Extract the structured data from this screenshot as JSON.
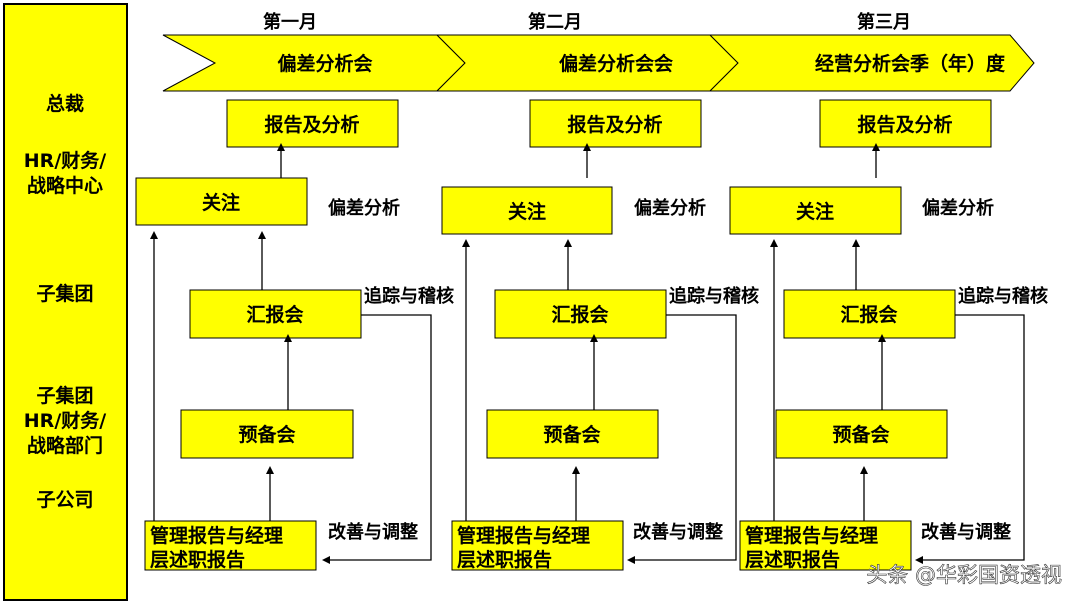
{
  "levels": [
    "总裁",
    "HR/财务/",
    "战略中心",
    "子集团",
    "子集团",
    "HR/财务/",
    "战略部门",
    "子公司"
  ],
  "columns": [
    {
      "month": "第一月",
      "meeting": "偏差分析会",
      "report": "报告及分析",
      "focus": "关注",
      "deviation_label": "偏差分析",
      "briefing": "汇报会",
      "tracking_label": "追踪与稽核",
      "prep": "预备会",
      "mgmt_line1": "管理报告与经理",
      "mgmt_line2": "层述职报告",
      "improve_label": "改善与调整"
    },
    {
      "month": "第二月",
      "meeting": "偏差分析会会",
      "report": "报告及分析",
      "focus": "关注",
      "deviation_label": "偏差分析",
      "briefing": "汇报会",
      "tracking_label": "追踪与稽核",
      "prep": "预备会",
      "mgmt_line1": "管理报告与经理",
      "mgmt_line2": "层述职报告",
      "improve_label": "改善与调整"
    },
    {
      "month": "第三月",
      "meeting": "经营分析会季（年）度",
      "report": "报告及分析",
      "focus": "关注",
      "deviation_label": "偏差分析",
      "briefing": "汇报会",
      "tracking_label": "追踪与稽核",
      "prep": "预备会",
      "mgmt_line1": "管理报告与经理",
      "mgmt_line2": "层述职报告",
      "improve_label": "改善与调整"
    }
  ],
  "watermark": "头条 @华彩国资透视",
  "colors": {
    "box_fill": "#ffff00",
    "stroke": "#000000",
    "background": "#ffffff"
  }
}
